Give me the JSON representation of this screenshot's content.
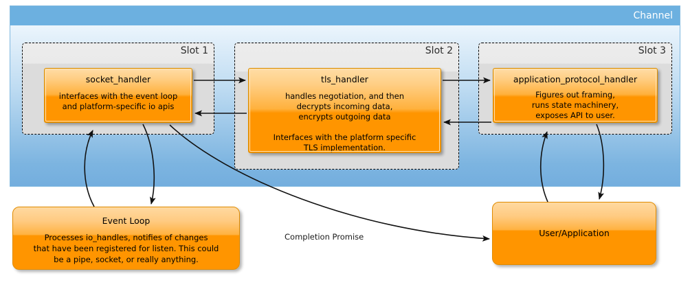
{
  "diagram": {
    "channel": {
      "label": "Channel",
      "header_color": "#6cb0e0",
      "body_gradient_from": "#ffffff",
      "body_gradient_to": "#74aede"
    },
    "slots": [
      {
        "id": "slot-1",
        "title": "Slot 1",
        "handler": {
          "name": "socket_handler",
          "description": "interfaces with the event loop\nand platform-specific io apis"
        }
      },
      {
        "id": "slot-2",
        "title": "Slot 2",
        "handler": {
          "name": "tls_handler",
          "description": "handles negotiation, and then\ndecrypts incoming data,\nencrypts outgoing data\n\nInterfaces with the platform specific\nTLS implementation."
        }
      },
      {
        "id": "slot-3",
        "title": "Slot 3",
        "handler": {
          "name": "application_protocol_handler",
          "description": "Figures out framing,\nruns state machinery,\nexposes API to user."
        }
      }
    ],
    "actors": [
      {
        "id": "event-loop",
        "name": "Event Loop",
        "description": "Processes io_handles, notifies of changes\nthat have been registered for listen. This could\nbe a pipe, socket, or really anything."
      },
      {
        "id": "user-application",
        "name": "User/Application",
        "description": ""
      }
    ],
    "edge_labels": [
      {
        "id": "completion-promise",
        "text": "Completion Promise"
      }
    ],
    "colors": {
      "box_fill_top": "#ffd9a0",
      "box_fill_bottom": "#ff9500",
      "box_border": "#e08b00",
      "slot_fill": "#dcdcdc",
      "arrow": "#1a1a1a"
    }
  }
}
